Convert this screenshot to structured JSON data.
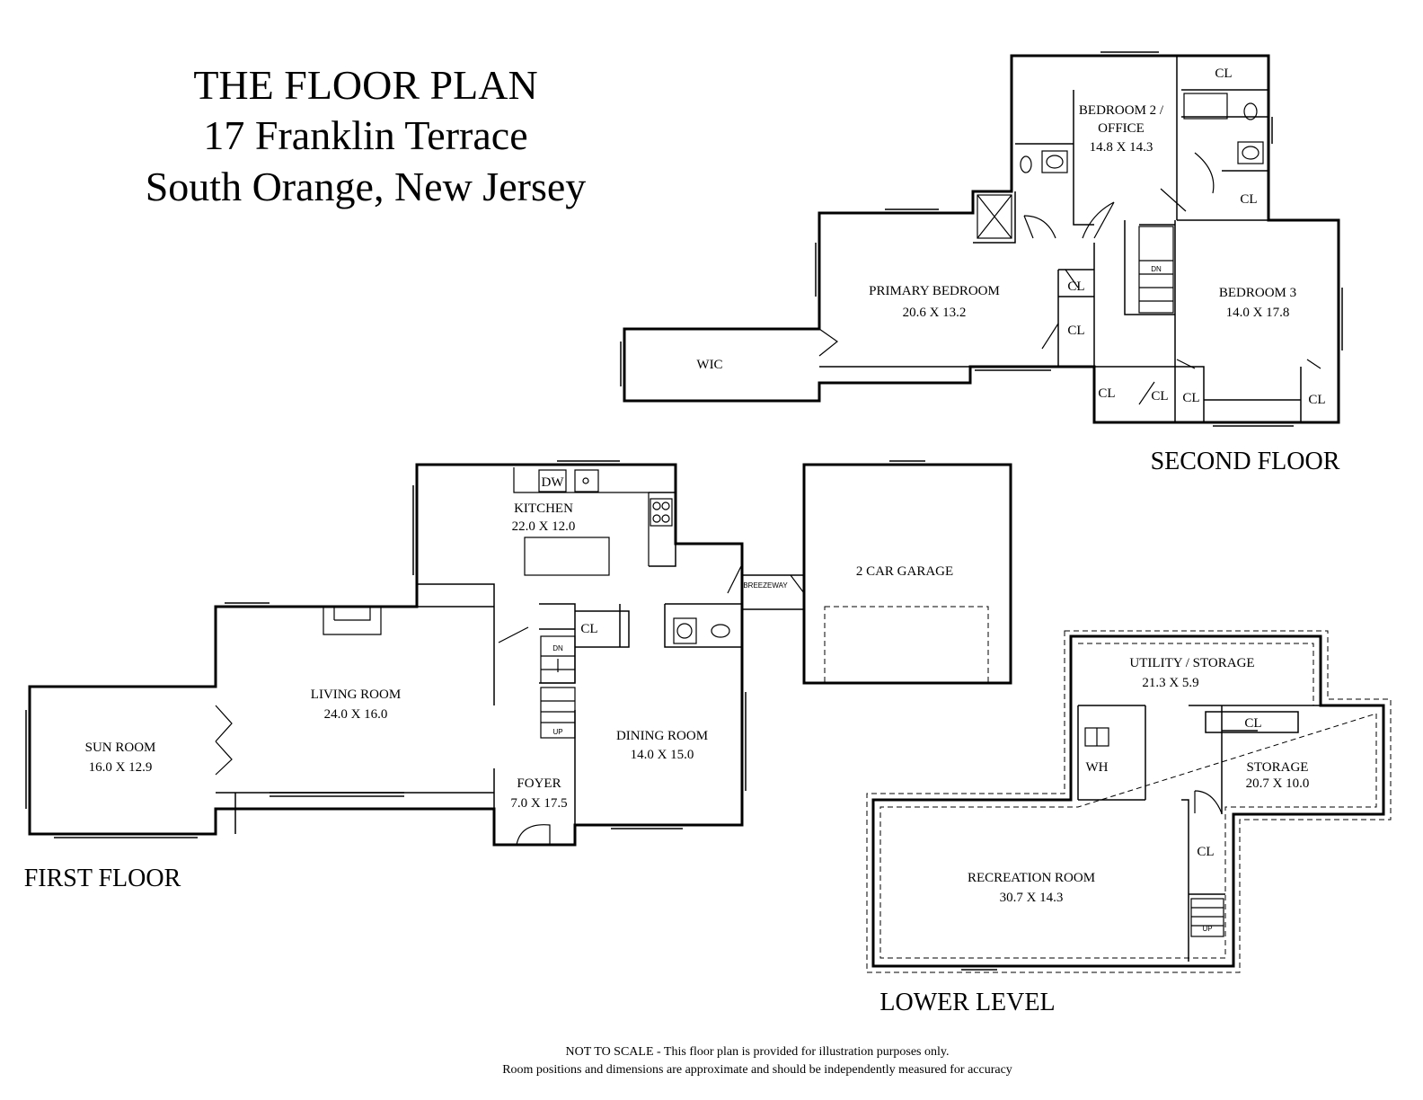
{
  "header": {
    "title": "THE FLOOR PLAN",
    "address": "17 Franklin Terrace",
    "city": "South Orange, New Jersey"
  },
  "floors": {
    "second": "SECOND FLOOR",
    "first": "FIRST FLOOR",
    "lower": "LOWER LEVEL"
  },
  "second_floor": {
    "bedroom2_name_1": "BEDROOM 2 /",
    "bedroom2_name_2": "OFFICE",
    "bedroom2_size": "14.8 X 14.3",
    "primary_name": "PRIMARY BEDROOM",
    "primary_size": "20.6 X 13.2",
    "bedroom3_name": "BEDROOM 3",
    "bedroom3_size": "14.0 X 17.8",
    "wic": "WIC",
    "closet": "CL",
    "stair_dn": "DN"
  },
  "first_floor": {
    "kitchen_name": "KITCHEN",
    "kitchen_size": "22.0 X 12.0",
    "dw": "DW",
    "breezeway": "BREEZEWAY",
    "garage": "2 CAR GARAGE",
    "living_name": "LIVING ROOM",
    "living_size": "24.0 X 16.0",
    "sun_name": "SUN ROOM",
    "sun_size": "16.0 X 12.9",
    "dining_name": "DINING ROOM",
    "dining_size": "14.0 X 15.0",
    "foyer_name": "FOYER",
    "foyer_size": "7.0 X 17.5",
    "closet": "CL",
    "stair_dn": "DN",
    "stair_up": "UP"
  },
  "lower_level": {
    "utility_name": "UTILITY / STORAGE",
    "utility_size": "21.3 X 5.9",
    "wh": "WH",
    "closet": "CL",
    "storage_name": "STORAGE",
    "storage_size": "20.7 X 10.0",
    "rec_name": "RECREATION ROOM",
    "rec_size": "30.7 X 14.3",
    "stair_up": "UP"
  },
  "footer": {
    "line1": "NOT TO SCALE - This floor plan is provided for illustration purposes only.",
    "line2": "Room positions and dimensions are approximate and should be independently measured for accuracy"
  }
}
